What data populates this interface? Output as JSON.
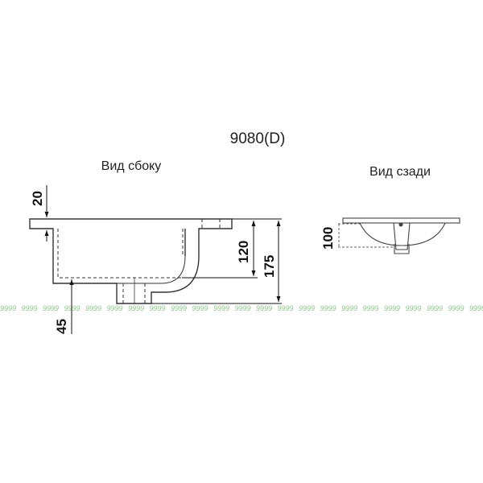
{
  "title": "9080(D)",
  "side_view": {
    "label": "Вид сбоку",
    "dims": {
      "flange": "20",
      "bowl_depth": "120",
      "total_height": "175",
      "drain": "45"
    }
  },
  "back_view": {
    "label": "Вид сзади",
    "dims": {
      "depth": "100"
    }
  },
  "watermark": "9999"
}
